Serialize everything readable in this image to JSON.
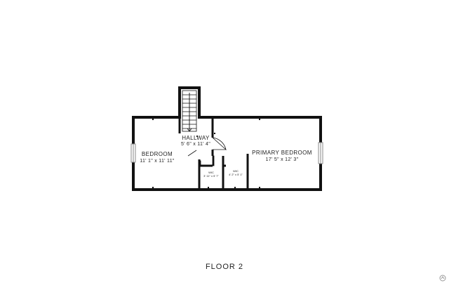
{
  "colors": {
    "wall": "#111111",
    "text": "#222222",
    "window": "#888888"
  },
  "rooms": {
    "bedroom": {
      "name": "BEDROOM",
      "dims": "11' 1\" x 11' 11\""
    },
    "hallway": {
      "name": "HALLWAY",
      "dims": "5' 6\" x 11' 4\""
    },
    "primary_bedroom": {
      "name": "PRIMARY BEDROOM",
      "dims": "17' 5\" x 12' 3\""
    },
    "wic_1": {
      "name": "WIC",
      "dims": "3' 11\" x 5' 7\""
    },
    "wic_2": {
      "name": "WIC",
      "dims": "4' 2\" x 5' 1\""
    }
  },
  "floor_label": "FLOOR 2",
  "icons": {
    "stairs": "stairs-icon",
    "logo": "brand-logo-icon"
  }
}
